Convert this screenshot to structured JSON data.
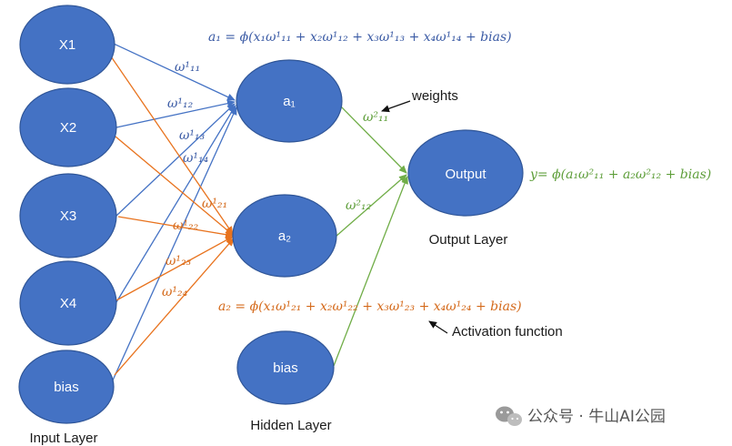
{
  "colors": {
    "node_fill": "#4472C4",
    "node_stroke": "#2F5597",
    "blue": "#4472C4",
    "orange": "#E8731E",
    "green": "#70AD47",
    "equation_blue": "#3B5BA5",
    "equation_orange": "#D4691A",
    "equation_green": "#5E9E3A"
  },
  "nodes": {
    "x1": "X1",
    "x2": "X2",
    "x3": "X3",
    "x4": "X4",
    "bias_in": "bias",
    "a1": "a₁",
    "a2": "a₂",
    "bias_hidden": "bias",
    "output": "Output"
  },
  "layers": {
    "input": "Input Layer",
    "hidden": "Hidden Layer",
    "output": "Output Layer"
  },
  "weights": {
    "w11_1": "ω¹₁₁",
    "w12_1": "ω¹₁₂",
    "w13_1": "ω¹₁₃",
    "w14_1": "ω¹₁₄",
    "w21_1": "ω¹₂₁",
    "w22_1": "ω¹₂₂",
    "w23_1": "ω¹₂₃",
    "w24_1": "ω¹₂₄",
    "w11_2": "ω²₁₁",
    "w12_2": "ω²₁₂"
  },
  "equations": {
    "a1": "a₁ = ϕ(x₁ω¹₁₁ + x₂ω¹₁₂ + x₃ω¹₁₃ + x₄ω¹₁₄ + bias)",
    "a2": "a₂ = ϕ(x₁ω¹₂₁ + x₂ω¹₂₂ + x₃ω¹₂₃ + x₄ω¹₂₄ + bias)",
    "y": "y= ϕ(a₁ω²₁₁ + a₂ω²₁₂ + bias)"
  },
  "annotations": {
    "weights": "weights",
    "activation": "Activation function"
  },
  "watermark": {
    "text": "公众号 · 牛山AI公园",
    "icon": "wechat-icon"
  }
}
